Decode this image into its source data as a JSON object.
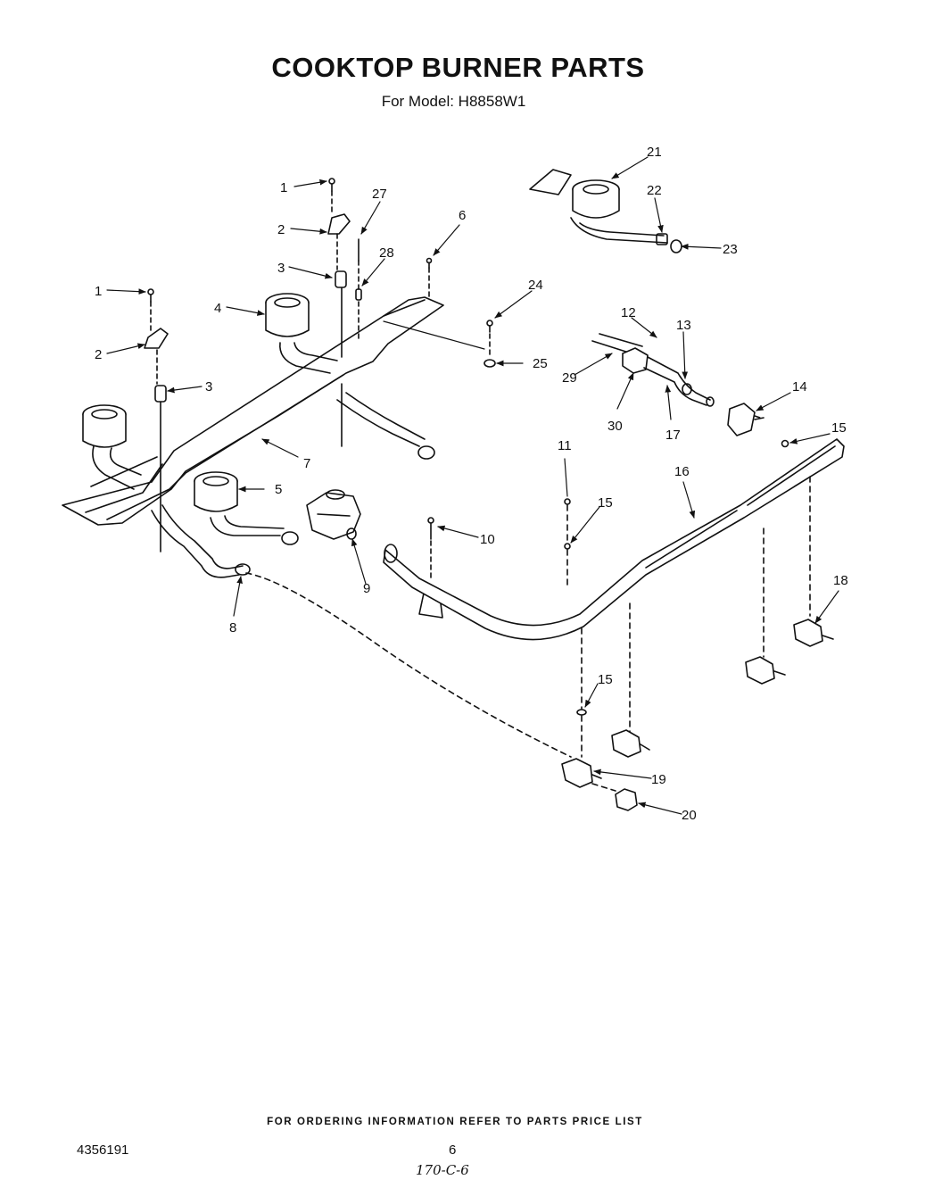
{
  "title": "COOKTOP BURNER PARTS",
  "subtitle": "For Model: H8858W1",
  "footer_note": "FOR ORDERING INFORMATION REFER TO PARTS PRICE LIST",
  "doc_number": "4356191",
  "page_number": "6",
  "handwritten_note": "170-C-6",
  "callouts": [
    "1",
    "2",
    "3",
    "1",
    "2",
    "3",
    "4",
    "5",
    "6",
    "7",
    "8",
    "9",
    "10",
    "11",
    "12",
    "13",
    "14",
    "15",
    "15",
    "15",
    "16",
    "17",
    "18",
    "19",
    "20",
    "21",
    "22",
    "23",
    "24",
    "25",
    "27",
    "28",
    "29",
    "30"
  ]
}
